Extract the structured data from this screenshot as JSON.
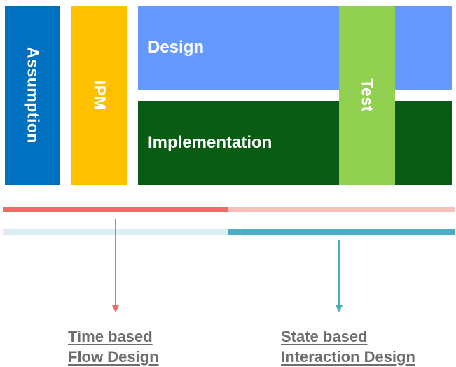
{
  "blocks": {
    "assumption": {
      "label": "Assumption",
      "color": "#0070c0"
    },
    "ipm": {
      "label": "IPM",
      "color": "#ffc000"
    },
    "design": {
      "label": "Design",
      "color": "#6699ff"
    },
    "implementation": {
      "label": "Implementation",
      "color": "#0a5c14"
    },
    "test": {
      "label": "Test",
      "color": "#92d050"
    }
  },
  "timeline": {
    "time_bar": {
      "strong_color": "#ef6b66",
      "faint_color": "#f8bfbb"
    },
    "state_bar": {
      "strong_color": "#4bacc6",
      "faint_color": "#daeef3"
    }
  },
  "captions": {
    "left": {
      "line1": "Time based",
      "line2": "Flow Design",
      "arrow_color": "#ef6b66"
    },
    "right": {
      "line1": "State based",
      "line2": "Interaction Design",
      "arrow_color": "#4bacc6"
    }
  }
}
